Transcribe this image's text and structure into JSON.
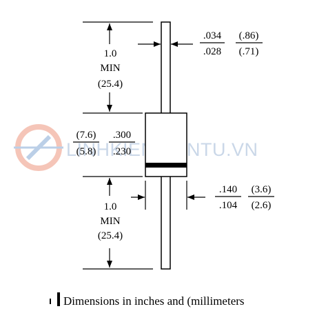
{
  "lead_top": {
    "line1": "1.0",
    "line2": "MIN",
    "line3": "(25.4)"
  },
  "lead_bottom": {
    "line1": "1.0",
    "line2": "MIN",
    "line3": "(25.4)"
  },
  "lead_dia": {
    "in_max": ".034",
    "in_min": ".028",
    "mm_max": "(.86)",
    "mm_min": "(.71)"
  },
  "body_len": {
    "mm_max": "(7.6)",
    "mm_min": "(5.8)",
    "in_max": ".300",
    "in_min": ".230"
  },
  "body_dia": {
    "in_max": ".140",
    "in_min": ".104",
    "mm_max": "(3.6)",
    "mm_min": "(2.6)"
  },
  "caption": "Dimensions in inches and (millimeters",
  "watermark": "LINHKIENDIENTU.VN",
  "colors": {
    "watermark": "#9fb8d6",
    "logo_orange": "#f0a08a",
    "logo_blue": "#8fb0d8"
  }
}
